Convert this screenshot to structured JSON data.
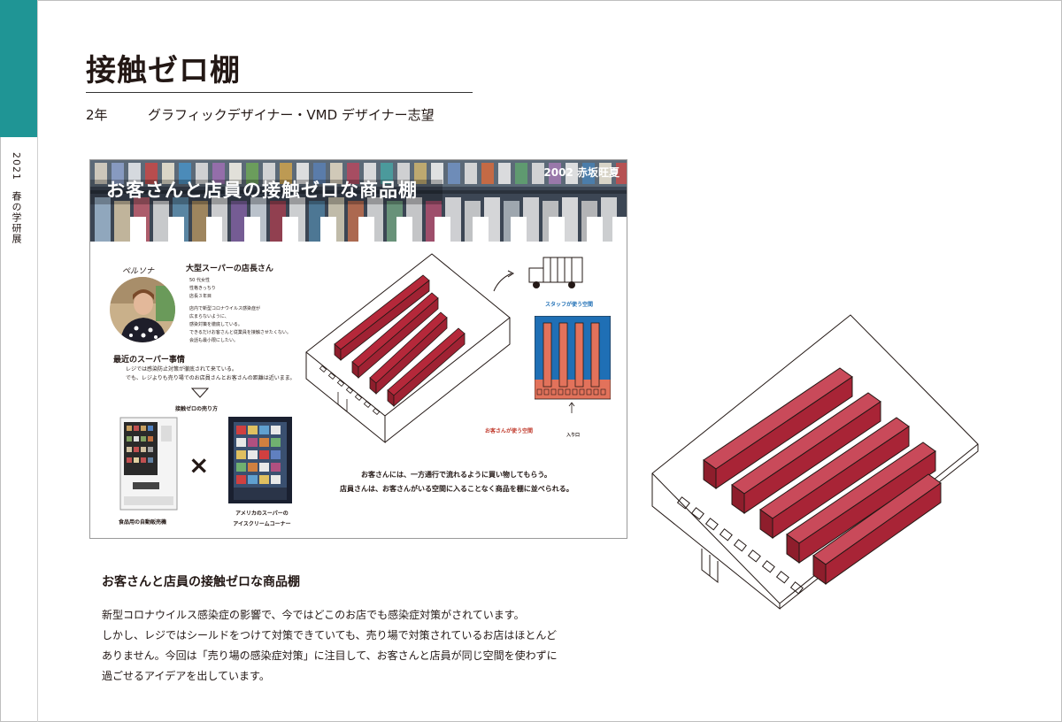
{
  "sidebar": {
    "label": "2021　春の学研展",
    "accent_color": "#1f9595"
  },
  "page": {
    "title": "接触ゼロ棚",
    "grade": "2年",
    "career": "グラフィックデザイナー・VMD デザイナー志望"
  },
  "poster": {
    "author": "2002 赤坂旺夏",
    "title": "お客さんと店員の接触ゼロな商品棚",
    "persona_label": "ペルソナ",
    "persona_role": "大型スーパーの店長さん",
    "persona_details": [
      "50 代女性",
      "性格きっちり",
      "店長３年目"
    ],
    "persona_notes": [
      "店内で新型コロナウイルス感染症が",
      "広まらないように、",
      "感染対策を徹底している。",
      "できるだけお客さんと従業員を接触させたくない。",
      "会話も最小限にしたい。"
    ],
    "recent_heading": "最近のスーパー事情",
    "recent_lines": [
      "レジでは感染防止対策が徹底されて来ている。",
      "でも、レジよりも売り場でのお店員さんとお客さんの距離は近いまま。"
    ],
    "method_label": "接触ゼロの売り方",
    "vending_caption": "食品用の自動販売機",
    "times_symbol": "×",
    "icecream_caption_1": "アメリカのスーパーの",
    "icecream_caption_2": "アイスクリームコーナー",
    "staff_space_label": "スタッフが使う空間",
    "customer_space_label": "お客さんが使う空間",
    "entrance_label": "入り口",
    "summary_1": "お客さんには、一方通行で流れるように買い物してもらう。",
    "summary_2": "店員さんは、お客さんがいる空間に入ることなく商品を棚に並べられる。"
  },
  "description": {
    "heading": "お客さんと店員の接触ゼロな商品棚",
    "lines": [
      "新型コロナウイルス感染症の影響で、今ではどこのお店でも感染症対策がされています。",
      "しかし、レジではシールドをつけて対策できていても、売り場で対策されているお店はほとんど",
      "ありません。今回は「売り場の感染症対策」に注目して、お客さんと店員が同じ空間を使わずに",
      "過ごせるアイデアを出しています。"
    ]
  },
  "colors": {
    "shelf_red": "#b5283a",
    "staff_blue": "#1f6fb5",
    "customer_orange": "#e2725b"
  }
}
